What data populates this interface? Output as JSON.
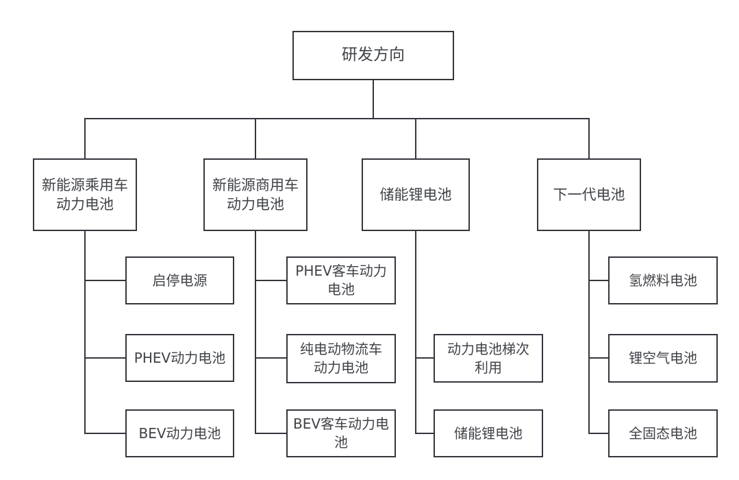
{
  "diagram": {
    "title": "研发方向",
    "colors": {
      "line": "#33363b",
      "text": "#3f4247",
      "background": "#ffffff"
    },
    "root": {
      "label": "研发方向"
    },
    "branches": [
      {
        "label": "新能源乘用车\n动力电池",
        "children": [
          "启停电源",
          "PHEV动力电池",
          "BEV动力电池"
        ]
      },
      {
        "label": "新能源商用车\n动力电池",
        "children": [
          "PHEV客车动力\n电池",
          "纯电动物流车\n动力电池",
          "BEV客车动力电\n池"
        ]
      },
      {
        "label": "储能锂电池",
        "children": [
          "动力电池梯次\n利用",
          "储能锂电池"
        ]
      },
      {
        "label": "下一代电池",
        "children": [
          "氢燃料电池",
          "锂空气电池",
          "全固态电池"
        ]
      }
    ]
  }
}
